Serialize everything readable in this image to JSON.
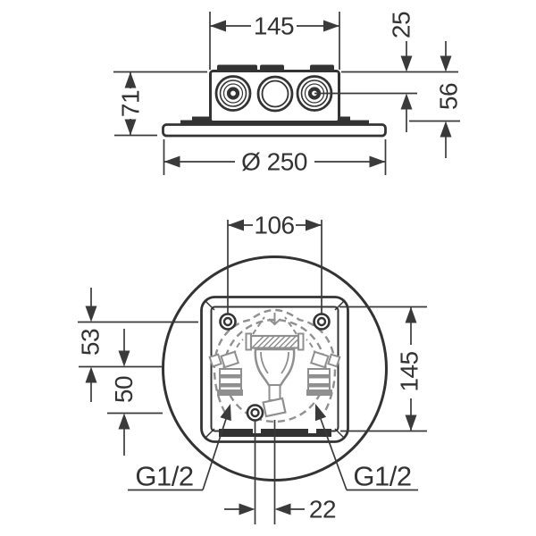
{
  "colors": {
    "line": "#333333",
    "internal_gray": "#8f8f8f",
    "background": "#ffffff"
  },
  "top_view": {
    "dim_body_width": "145",
    "dim_top_to_port_center": "25",
    "dim_total_height": "71",
    "dim_body_height": "56",
    "dim_plate_diameter": "Ø 250"
  },
  "bottom_view": {
    "dim_hole_spacing_horizontal": "106",
    "dim_holes_to_center": "53",
    "dim_center_to_bottom_hole": "50",
    "dim_square_size": "145",
    "dim_center_offset": "22",
    "thread_left": "G1/2",
    "thread_right": "G1/2"
  }
}
